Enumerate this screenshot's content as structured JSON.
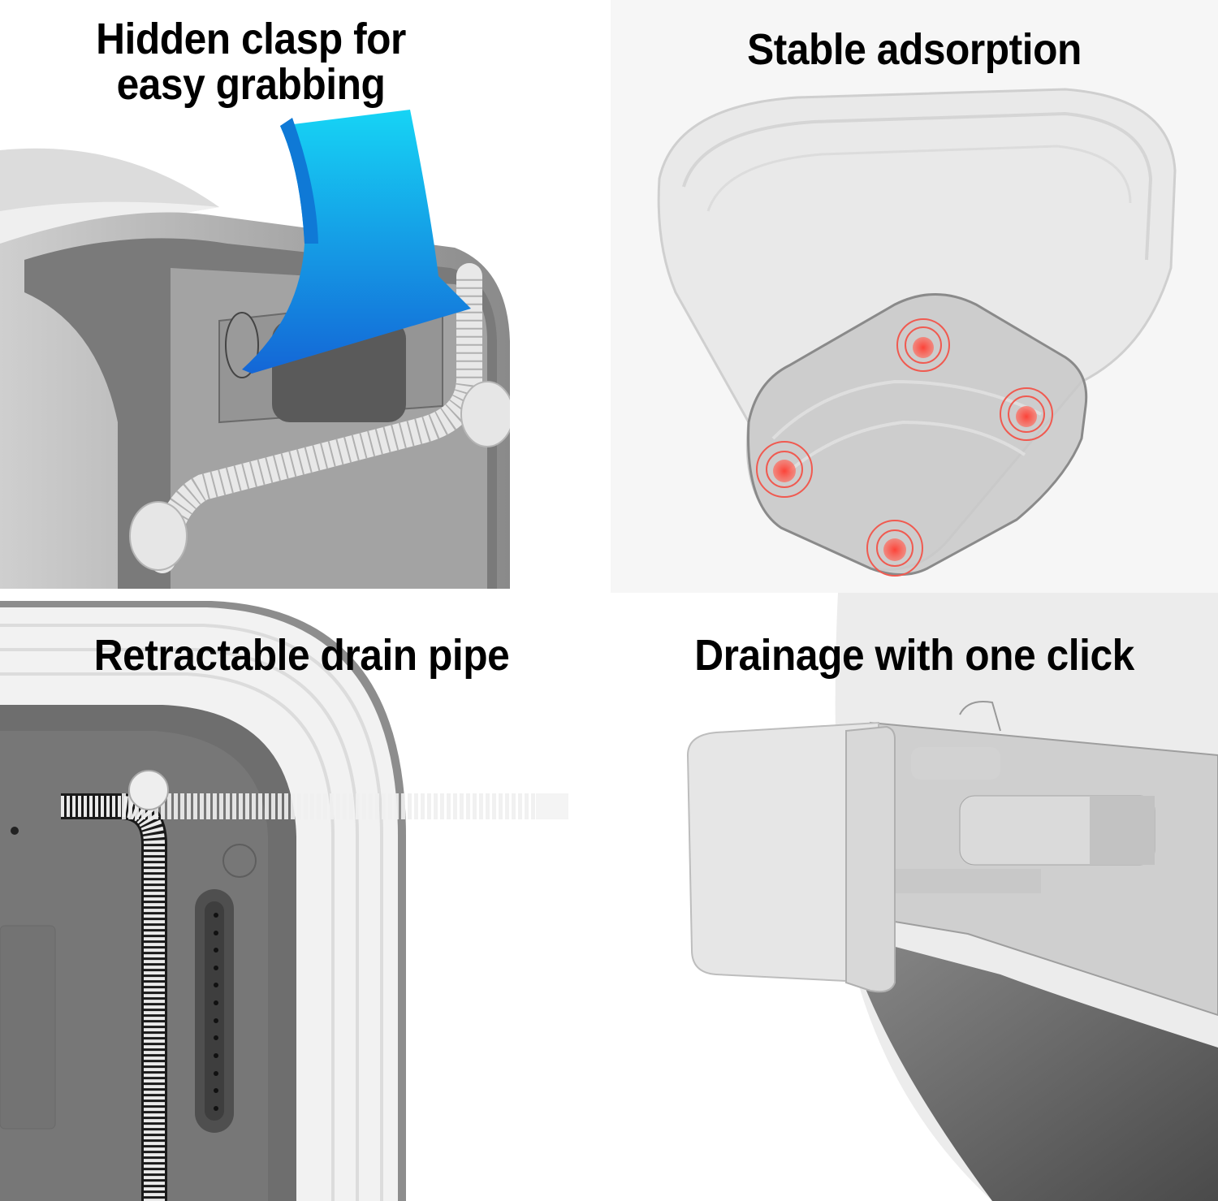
{
  "panels": [
    {
      "id": "top-left",
      "caption_line1": "Hidden clasp for",
      "caption_line2": "easy grabbing",
      "accent_color": "#1e8fe6"
    },
    {
      "id": "top-right",
      "caption": "Stable adsorption",
      "marker_color": "#ff4a3d",
      "suction_cup_count": 4
    },
    {
      "id": "bottom-left",
      "caption": "Retractable drain pipe"
    },
    {
      "id": "bottom-right",
      "caption": "Drainage with one click"
    }
  ],
  "colors": {
    "body_dark": "#6e6e6e",
    "body_mid": "#9a9a9a",
    "body_light": "#d8d8d8",
    "pipe": "#e6e6e6",
    "background": "#ffffff"
  }
}
